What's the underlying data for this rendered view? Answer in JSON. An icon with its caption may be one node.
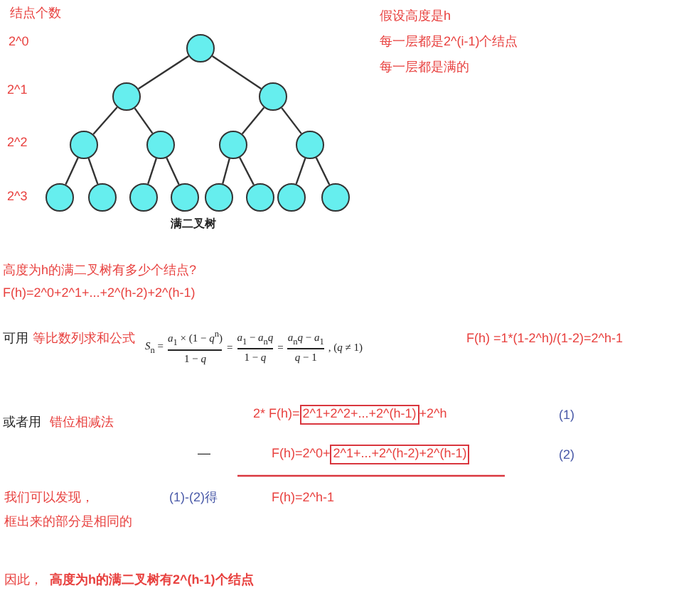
{
  "diagram": {
    "nodes": [
      {
        "text": [],
        "shape": "circle"
      },
      {
        "text": [],
        "shape": "circle"
      },
      {
        "text": [],
        "shape": "circle"
      },
      {
        "text": [],
        "shape": "circle"
      },
      {
        "text": [],
        "shape": "circle"
      },
      {
        "text": [],
        "shape": "circle"
      },
      {
        "text": [],
        "shape": "circle"
      },
      {
        "text": [],
        "shape": "circle"
      },
      {
        "text": [],
        "shape": "circle"
      },
      {
        "text": [],
        "shape": "circle"
      },
      {
        "text": [],
        "shape": "circle"
      },
      {
        "text": [],
        "shape": "circle"
      },
      {
        "text": [],
        "shape": "circle"
      },
      {
        "text": [],
        "shape": "circle"
      },
      {
        "text": [],
        "shape": "circle"
      },
      {
        "text": [
          "2^1+2^2+...+2^(h-1)"
        ]
      },
      {
        "text": [
          "2^1+...+2^(h-2)+2^(h-1)"
        ]
      }
    ],
    "edges": [
      {
        "from": 0,
        "to": 1,
        "arrow": "none"
      },
      {
        "from": 0,
        "to": 2,
        "arrow": "none"
      },
      {
        "from": 1,
        "to": 3,
        "arrow": "none"
      },
      {
        "from": 1,
        "to": 4,
        "arrow": "none"
      },
      {
        "from": 2,
        "to": 5,
        "arrow": "none"
      },
      {
        "from": 2,
        "to": 6,
        "arrow": "none"
      },
      {
        "from": 3,
        "to": 7,
        "arrow": "none"
      },
      {
        "from": 3,
        "to": 8,
        "arrow": "none"
      },
      {
        "from": 4,
        "to": 9,
        "arrow": "none"
      },
      {
        "from": 4,
        "to": 10,
        "arrow": "none"
      },
      {
        "from": 5,
        "to": 11,
        "arrow": "none"
      },
      {
        "from": 5,
        "to": 12,
        "arrow": "none"
      },
      {
        "from": 6,
        "to": 13,
        "arrow": "none"
      },
      {
        "from": 6,
        "to": 14,
        "arrow": "none"
      }
    ],
    "labels": [
      "结点个数",
      "2^0",
      "2^1",
      "2^2",
      "2^3",
      "满二叉树",
      "假设高度是h",
      "每一层都是2^(i-1)个结点",
      "每一层都是满的",
      "高度为h的满二叉树有多少个结点?",
      "F(h)=2^0+2^1+...+2^(h-2)+2^(h-1)",
      "可用",
      "等比数列求和公式",
      "*S*$_{n}$ =",
      "*a*$_{1}$ × (1 − *q*$^{n}$)",
      "1 − *q*",
      "=",
      "*a*$_{1}$ − *a*$_{n}$*q*",
      "1 − *q*",
      "=",
      "*a*$_{n}$*q* − *a*$_{1}$",
      "*q* − 1",
      ", (*q* ≠ 1)",
      "F(h)  =1*(1-2^h)/(1-2)=2^h-1",
      "或者用",
      "错位相减法",
      "2* F(h)=",
      "+2^h",
      "(1)",
      "—",
      "F(h)=2^0+",
      "(2)",
      "我们可以发现，",
      "框出来的部分是相同的",
      "(1)-(2)得",
      "F(h)=2^h-1",
      "因此，",
      "高度为h的满二叉树有2^(h-1)个结点"
    ]
  }
}
